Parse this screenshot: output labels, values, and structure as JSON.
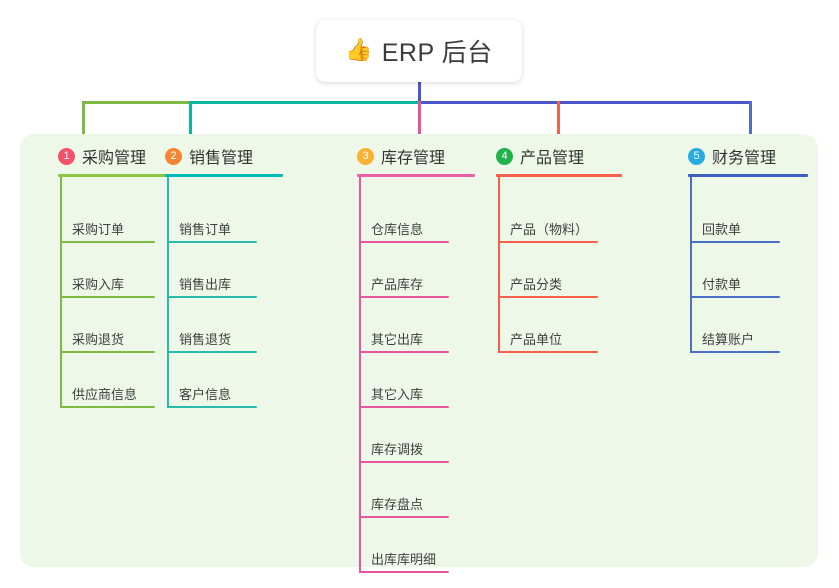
{
  "root": {
    "icon": "thumbs-up-icon",
    "emoji": "👍",
    "title": "ERP 后台"
  },
  "colors": {
    "panel_bg": "#eef8e9",
    "card_bg": "#ffffff",
    "text": "#3b3b3b",
    "leaf_text": "#3f3f3f",
    "root_stem": "#4b57c8",
    "bus_green": "#7cba44",
    "bus_teal": "#0cb5a0",
    "bus_blue": "#4b57c8"
  },
  "columns": [
    {
      "index": "1",
      "title": "采购管理",
      "badge_color": "#f4526a",
      "line_color": "#7cba44",
      "rule_color": "#8cc63f",
      "items": [
        "采购订单",
        "采购入库",
        "采购退货",
        "供应商信息"
      ]
    },
    {
      "index": "2",
      "title": "销售管理",
      "badge_color": "#f58634",
      "line_color": "#2bbbad",
      "rule_color": "#00bcb4",
      "items": [
        "销售订单",
        "销售出库",
        "销售退货",
        "客户信息"
      ]
    },
    {
      "index": "3",
      "title": "库存管理",
      "badge_color": "#f9b233",
      "line_color": "#e8559c",
      "rule_color": "#ef5fa7",
      "items": [
        "仓库信息",
        "产品库存",
        "其它出库",
        "其它入库",
        "库存调拨",
        "库存盘点",
        "出库库明细"
      ]
    },
    {
      "index": "4",
      "title": "产品管理",
      "badge_color": "#22b24c",
      "line_color": "#f4604c",
      "rule_color": "#f4604c",
      "items": [
        "产品（物料）",
        "产品分类",
        "产品单位"
      ]
    },
    {
      "index": "5",
      "title": "财务管理",
      "badge_color": "#29abe2",
      "line_color": "#4b6fc8",
      "rule_color": "#3f5fc0",
      "items": [
        "回款单",
        "付款单",
        "结算账户"
      ]
    }
  ]
}
